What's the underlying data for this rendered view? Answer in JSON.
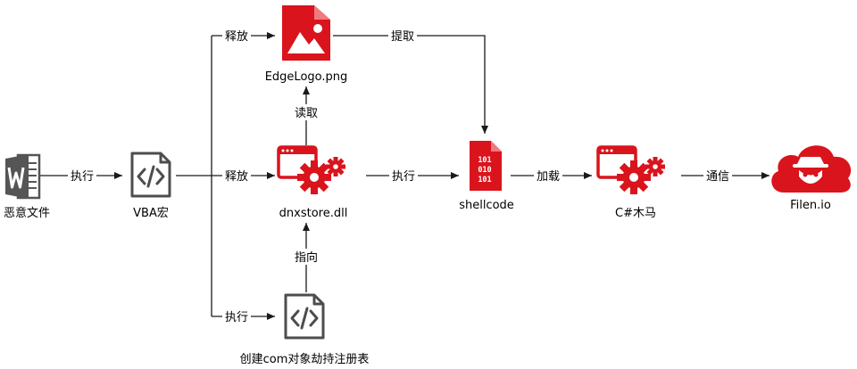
{
  "nodes": {
    "word_doc": {
      "label": "恶意文件",
      "icon": "word-document-icon"
    },
    "vba": {
      "label": "VBA宏",
      "icon": "code-file-icon"
    },
    "png": {
      "label": "EdgeLogo.png",
      "icon": "image-file-icon"
    },
    "dll": {
      "label": "dnxstore.dll",
      "icon": "app-gears-icon"
    },
    "reg": {
      "label": "创建com对象劫持注册表",
      "icon": "code-file-icon"
    },
    "shellcode": {
      "label": "shellcode",
      "icon": "binary-file-icon",
      "binary_text": [
        "101",
        "010",
        "101"
      ]
    },
    "trojan": {
      "label": "C#木马",
      "icon": "app-gears-icon"
    },
    "c2": {
      "label": "Filen.io",
      "icon": "cloud-hacker-icon"
    }
  },
  "edges": {
    "word_to_vba": "执行",
    "vba_to_png": "释放",
    "vba_to_dll": "释放",
    "vba_to_reg": "执行",
    "dll_to_png": "读取",
    "reg_to_dll": "指向",
    "png_to_shellcode": "提取",
    "dll_to_shellcode": "执行",
    "shellcode_to_trojan": "加载",
    "trojan_to_c2": "通信"
  },
  "colors": {
    "accent_red": "#d9141c",
    "icon_gray": "#4d4d4d",
    "word_gray": "#555555",
    "line": "#1a1a1a"
  }
}
